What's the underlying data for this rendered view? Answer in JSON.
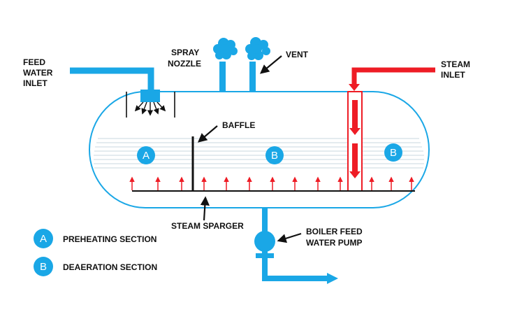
{
  "colors": {
    "water": "#1aa7e6",
    "steam": "#ee1c25",
    "line": "#111111",
    "badge": "#1aa7e6",
    "water_level_lines": "#c9d7df"
  },
  "labels": {
    "feed_water_inlet": [
      "FEED",
      "WATER",
      "INLET"
    ],
    "spray_nozzle": [
      "SPRAY",
      "NOZZLE"
    ],
    "vent": "VENT",
    "steam_inlet": [
      "STEAM",
      "INLET"
    ],
    "baffle": "BAFFLE",
    "steam_sparger": "STEAM SPARGER",
    "boiler_feed_water_pump": [
      "BOILER FEED",
      "WATER PUMP"
    ]
  },
  "sections": {
    "preheating_badge": "A",
    "deaeration_badge": "B",
    "deaeration_badge_right": "B"
  },
  "legend": [
    {
      "badge": "A",
      "text": "PREHEATING SECTION"
    },
    {
      "badge": "B",
      "text": "DEAERATION SECTION"
    }
  ],
  "icons": {
    "vent_clouds": "cloud-icon",
    "pump": "pump-icon",
    "spray": "spray-nozzle-icon"
  }
}
